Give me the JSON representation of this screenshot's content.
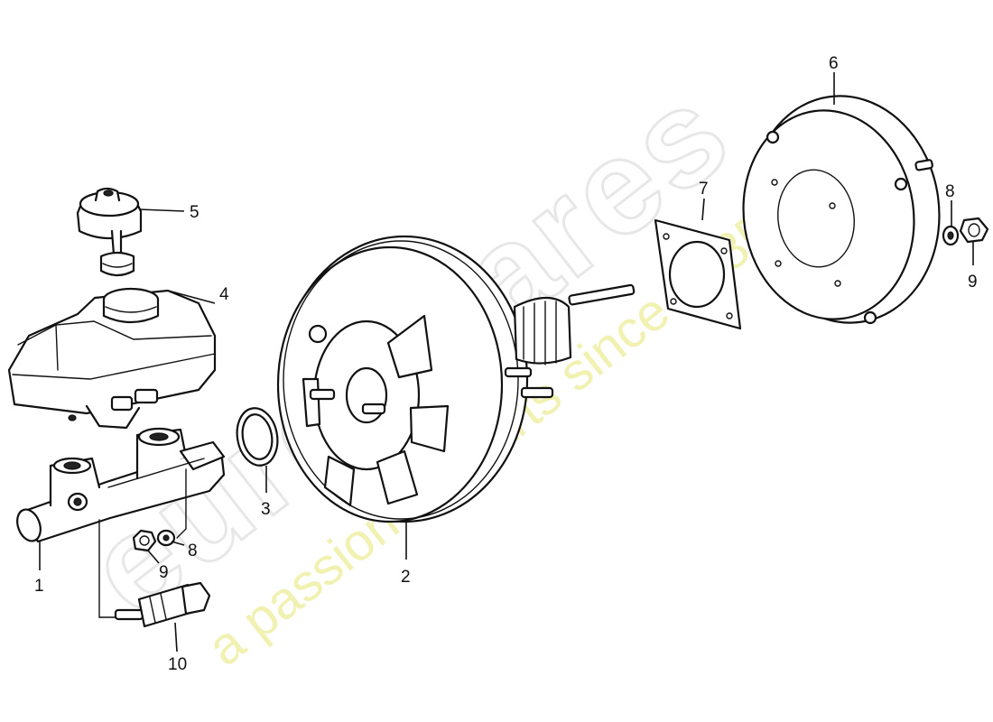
{
  "watermark": {
    "brand": "eurospares",
    "tagline": "a passion for parts since 1985",
    "color": "#f1f1b2"
  },
  "callouts": {
    "c1": "1",
    "c2": "2",
    "c3": "3",
    "c4": "4",
    "c5": "5",
    "c6": "6",
    "c7": "7",
    "c8a": "8",
    "c8b": "8",
    "c9a": "9",
    "c9b": "9",
    "c10": "10"
  }
}
